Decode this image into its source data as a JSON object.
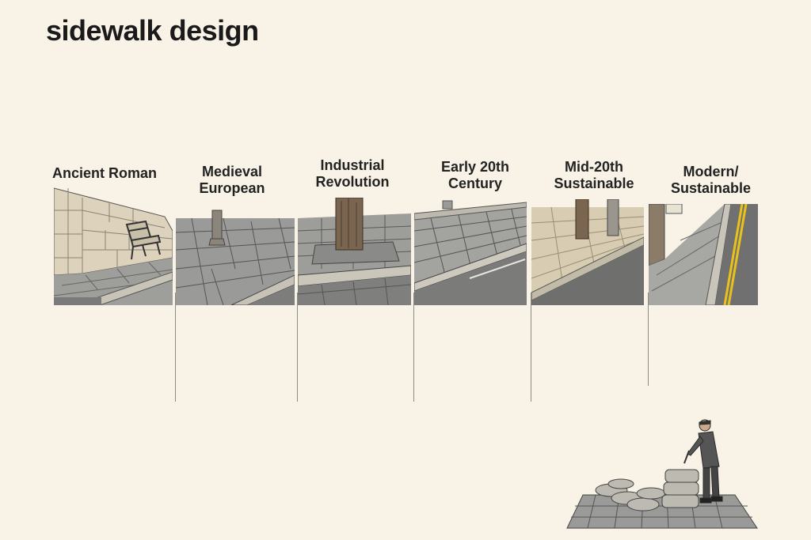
{
  "title": "sidewalk design",
  "eras": [
    {
      "id": "ancient-roman",
      "label": "Ancient Roman"
    },
    {
      "id": "medieval-european",
      "label": "Medieval\nEuropean"
    },
    {
      "id": "industrial-revolution",
      "label": "Industrial\nRevolution"
    },
    {
      "id": "early-20th-century",
      "label": "Early 20th\nCentury"
    },
    {
      "id": "mid-20th-sustainable",
      "label": "Mid-20th\nSustainable"
    },
    {
      "id": "modern-sustainable",
      "label": "Modern/\nSustainable"
    }
  ],
  "colors": {
    "background": "#f8f3e6",
    "pavement": "#9a9a98",
    "road": "#7a7a7a",
    "stone_beige": "#d9cdb4",
    "tree_bark": "#7a6650",
    "road_line_yellow": "#e8c21a"
  }
}
